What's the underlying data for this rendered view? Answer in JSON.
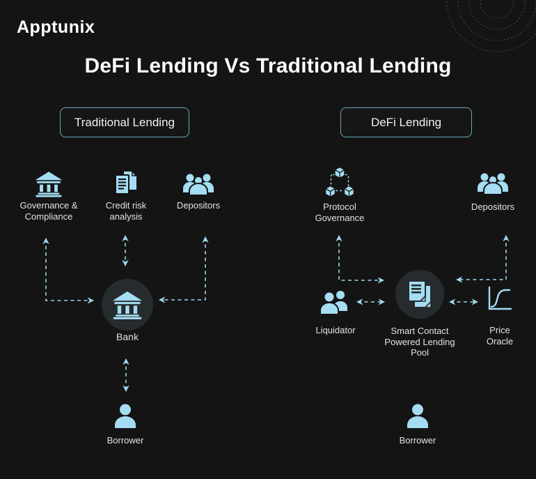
{
  "brand": {
    "name": "Apptunix"
  },
  "title": "DeFi Lending Vs Traditional Lending",
  "colors": {
    "background": "#141414",
    "icon_blue": "#a5ddf2",
    "arrow_blue": "#9ed7ee",
    "box_border": "#6fa8ba",
    "circle_background": "#262b2e",
    "text": "#e3e3e3"
  },
  "traditional": {
    "header": "Traditional Lending",
    "nodes": {
      "governance": {
        "label": "Governance &\nCompliance",
        "icon": "bank-columns-icon"
      },
      "credit_risk": {
        "label": "Credit risk\nanalysis",
        "icon": "documents-icon"
      },
      "depositors": {
        "label": "Depositors",
        "icon": "people-group-icon"
      },
      "bank": {
        "label": "Bank",
        "icon": "bank-columns-icon"
      },
      "borrower": {
        "label": "Borrower",
        "icon": "person-icon"
      }
    }
  },
  "defi": {
    "header": "DeFi Lending",
    "nodes": {
      "protocol_governance": {
        "label": "Protocol\nGovernance",
        "icon": "cubes-network-icon"
      },
      "depositors": {
        "label": "Depositors",
        "icon": "people-group-icon"
      },
      "liquidator": {
        "label": "Liquidator",
        "icon": "people-pair-icon"
      },
      "lending_pool": {
        "label": "Smart Contact\nPowered Lending\nPool",
        "icon": "smart-contract-docs-icon"
      },
      "price_oracle": {
        "label": "Price\nOracle",
        "icon": "price-chart-icon"
      },
      "borrower": {
        "label": "Borrower",
        "icon": "person-icon"
      }
    }
  }
}
